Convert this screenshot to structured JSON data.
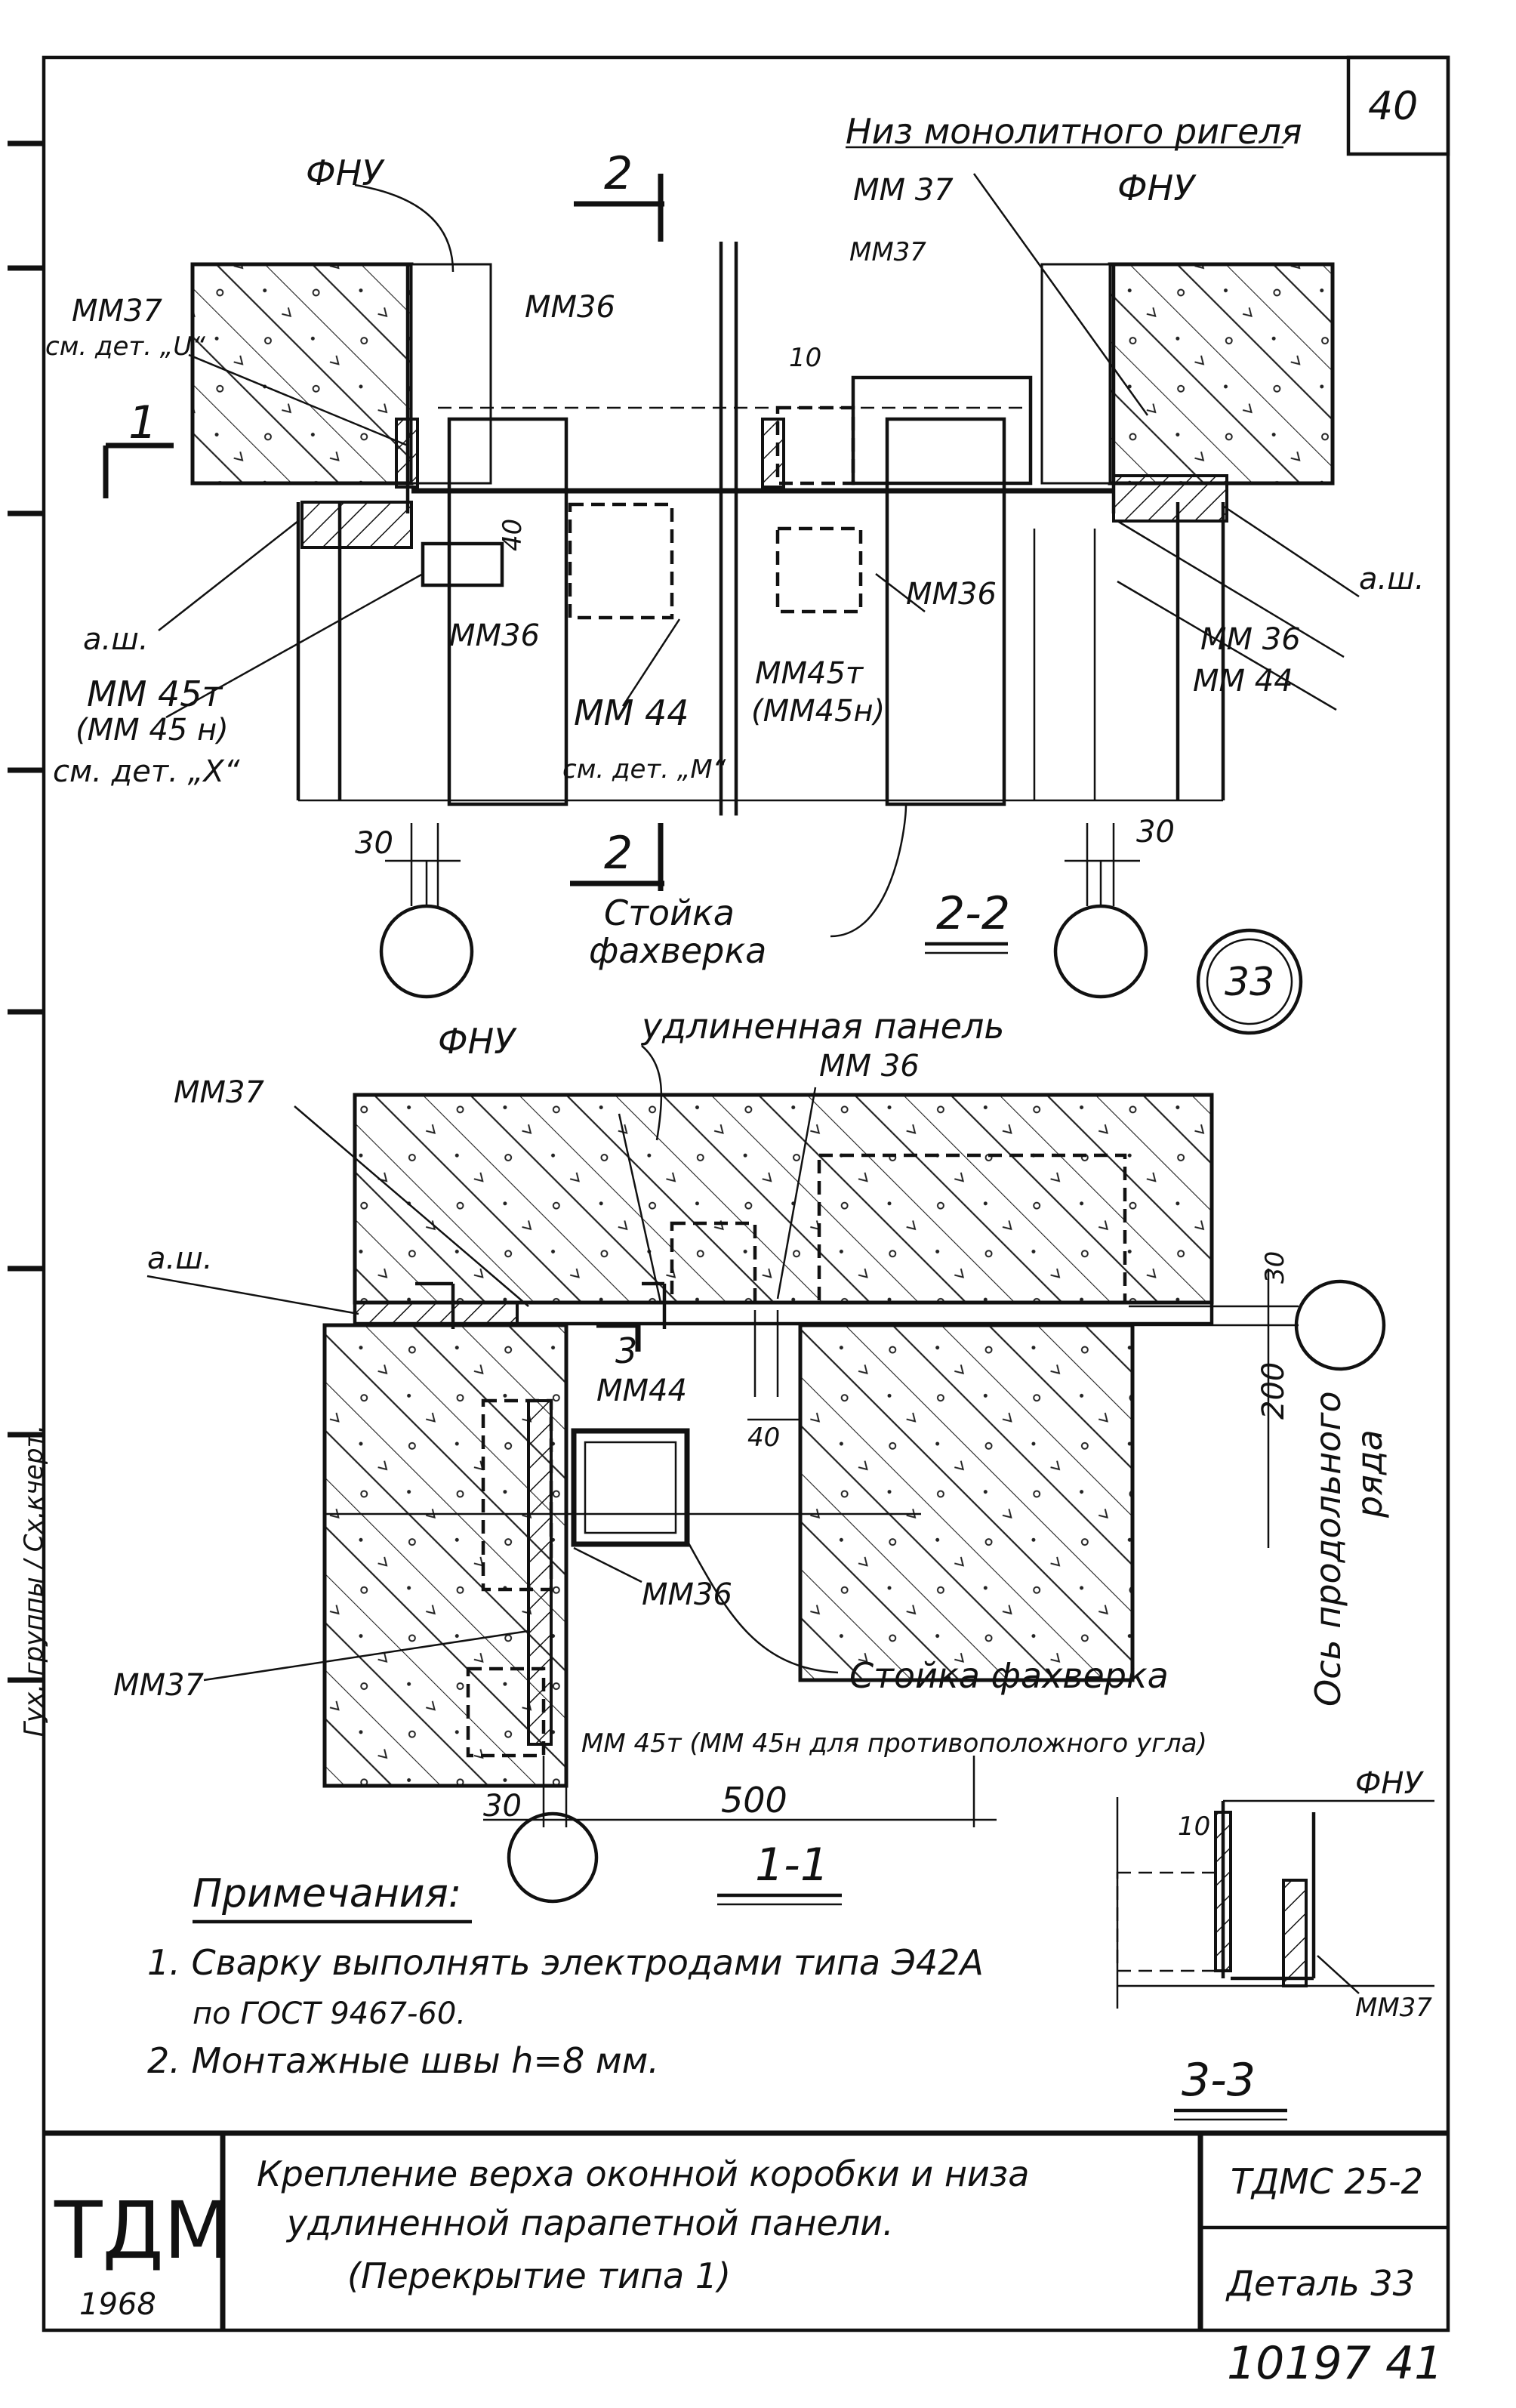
{
  "sheet": {
    "page_number": "40",
    "circle_detail": "33"
  },
  "section_top": {
    "title": "2-2",
    "fnu_left": "ФНУ",
    "fnu_right": "ФНУ",
    "niz": "Низ монолитного ригеля",
    "mm37_top": "ММ 37",
    "mm37_inner": "ММ37",
    "mm37_left_a": "ММ37",
    "mm37_left_b": "см. дет. „U“",
    "mm36_top": "ММ36",
    "aw_left": "а.ш.",
    "aw_right": "а.ш.",
    "mm45_a": "ММ 45т",
    "mm45_b": "(ММ 45 н)",
    "mm45_c": "см. дет. „Х“",
    "mm36_mid": "ММ36",
    "mm44_a": "ММ 44",
    "mm44_b": "см. дет. „М“",
    "mm45r_a": "ММ45т",
    "mm45r_b": "(ММ45н)",
    "mm36_r1": "ММ36",
    "mm36_r2": "ММ 36",
    "mm44_r": "ММ 44",
    "dim_30_left": "30",
    "dim_30_right": "30",
    "dim_10": "10",
    "dim_40": "40",
    "cut_2_top": "2",
    "cut_2_bottom": "2",
    "cut_1": "1",
    "stoyka_a": "Стойка",
    "stoyka_b": "фахверка"
  },
  "section_mid": {
    "title": "1-1",
    "fnu": "ФНУ",
    "udl": "удлиненная панель",
    "mm37_top": "ММ37",
    "mm36_top": "ММ 36",
    "aw": "а.ш.",
    "cut_3": "3",
    "mm44": "ММ44",
    "dim_40": "40",
    "mm36": "ММ36",
    "mm37_bottom": "ММ37",
    "stoyka": "Стойка фахверка",
    "mm45": "ММ 45т (ММ 45н для противоположного угла)",
    "dim_30_side": "30",
    "dim_200": "200",
    "axis_a": "Ось продольного",
    "axis_b": "ряда",
    "dim_30_bottom": "30",
    "dim_500": "500"
  },
  "section_33": {
    "title": "3-3",
    "fnu": "ФНУ",
    "dim_10": "10",
    "mm37": "ММ37"
  },
  "notes": {
    "heading": "Примечания:",
    "n1a": "1. Сварку выполнять электродами типа Э42А",
    "n1b": "по ГОСТ 9467-60.",
    "n2": "2. Монтажные швы h=8 мм."
  },
  "title_block": {
    "logo": "ТДМ",
    "year": "1968",
    "line1": "Крепление верха оконной коробки и низа",
    "line2": "удлиненной парапетной панели.",
    "line3": "(Перекрытие типа 1)",
    "code": "ТДМС 25-2",
    "detail": "Деталь 33"
  },
  "inventory": "10197 41",
  "margin_text": "Гух. группы / Сх.кчерт."
}
